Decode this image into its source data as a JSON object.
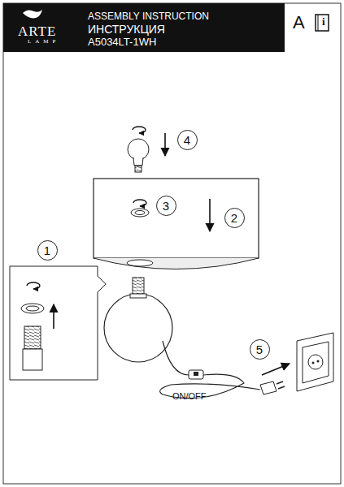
{
  "diagram": {
    "nodes": [
      {
        "text": [
          "4"
        ]
      },
      {
        "text": [
          "3"
        ]
      },
      {
        "text": [
          "2"
        ]
      },
      {
        "text": [
          "1"
        ]
      },
      {
        "text": [
          "5"
        ]
      }
    ],
    "labels": [
      "ARTE",
      "LAMP",
      "ASSEMBLY INSTRUCTION",
      "ИНСТРУКЦИЯ",
      "A5034LT-1WH",
      "A",
      "i",
      "ON/OFF"
    ]
  }
}
